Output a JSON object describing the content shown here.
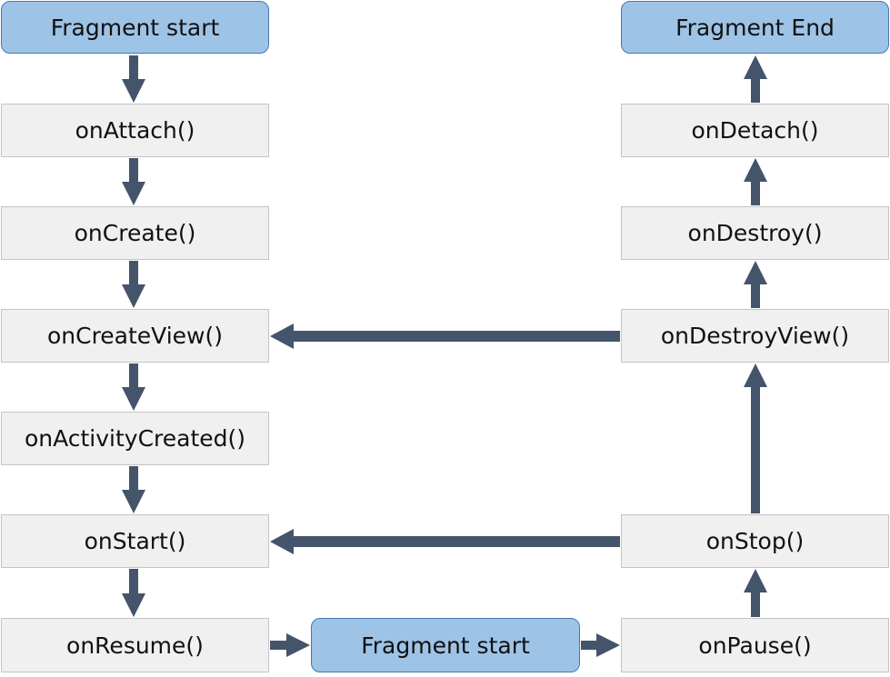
{
  "diagram": {
    "arrow_color": "#44546a",
    "nodes": {
      "fragment_start_top": "Fragment start",
      "fragment_end": "Fragment End",
      "on_attach": "onAttach()",
      "on_create": "onCreate()",
      "on_create_view": "onCreateView()",
      "on_activity_created": "onActivityCreated()",
      "on_start": "onStart()",
      "on_resume": "onResume()",
      "fragment_start_mid": "Fragment start",
      "on_pause": "onPause()",
      "on_stop": "onStop()",
      "on_destroy_view": "onDestroyView()",
      "on_destroy": "onDestroy()",
      "on_detach": "onDetach()"
    },
    "colors": {
      "terminal_fill": "#9dc3e6",
      "terminal_border": "#4a76b0",
      "step_fill": "#f0f0f0",
      "step_border": "#c4c4c4"
    }
  }
}
